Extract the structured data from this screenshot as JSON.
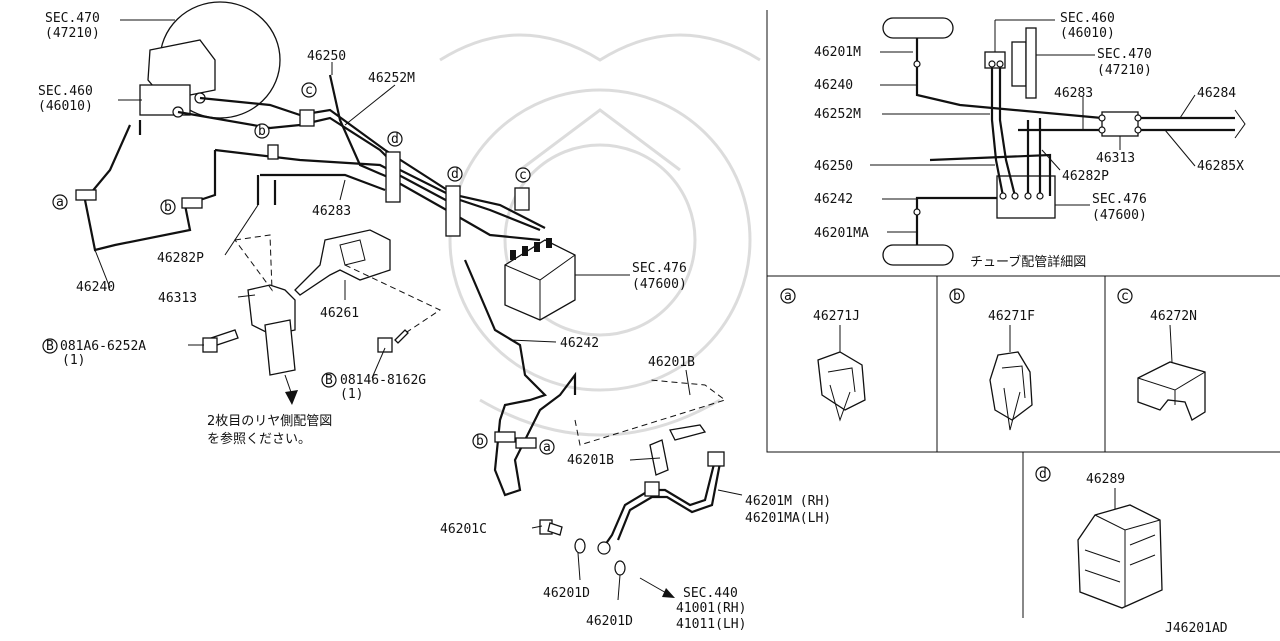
{
  "main": {
    "labels": {
      "sec470": "SEC.470",
      "sec470_ref": "(47210)",
      "sec460": "SEC.460",
      "sec460_ref": "(46010)",
      "p46250": "46250",
      "p46252m": "46252M",
      "p46283": "46283",
      "p46282p": "46282P",
      "p46240": "46240",
      "p46313": "46313",
      "p46261": "46261",
      "bolt1": "081A6-6252A",
      "bolt1_qty": "(1)",
      "bolt2": "08146-8162G",
      "bolt2_qty": "(1)",
      "note_line1": "2枚目のリヤ側配管図",
      "note_line2": "を参照ください。",
      "sec476": "SEC.476",
      "sec476_ref": "(47600)",
      "p46242": "46242",
      "p46201b_top": "46201B",
      "p46201b_bottom": "46201B",
      "p46201m": "46201M (RH)",
      "p46201ma": "46201MA(LH)",
      "p46201c": "46201C",
      "p46201d_a": "46201D",
      "p46201d_b": "46201D",
      "sec440": "SEC.440",
      "sec440_rh": "41001(RH)",
      "sec440_lh": "41011(LH)",
      "clip_a": "a",
      "clip_b": "b",
      "clip_c": "c",
      "clip_d": "d",
      "bolt_marker": "B"
    }
  },
  "detail": {
    "caption": "チューブ配管詳細図",
    "labels": {
      "sec460": "SEC.460",
      "sec460_ref": "(46010)",
      "sec470": "SEC.470",
      "sec470_ref": "(47210)",
      "p46201m": "46201M",
      "p46240": "46240",
      "p46252m": "46252M",
      "p46283": "46283",
      "p46284": "46284",
      "p46313": "46313",
      "p46285x": "46285X",
      "p46250": "46250",
      "p46282p": "46282P",
      "p46242": "46242",
      "sec476": "SEC.476",
      "sec476_ref": "(47600)",
      "p46201ma": "46201MA"
    }
  },
  "insets": {
    "a": {
      "marker": "a",
      "part": "46271J"
    },
    "b": {
      "marker": "b",
      "part": "46271F"
    },
    "c": {
      "marker": "c",
      "part": "46272N"
    },
    "d": {
      "marker": "d",
      "part": "46289"
    }
  },
  "diagram_code": "J46201AD"
}
